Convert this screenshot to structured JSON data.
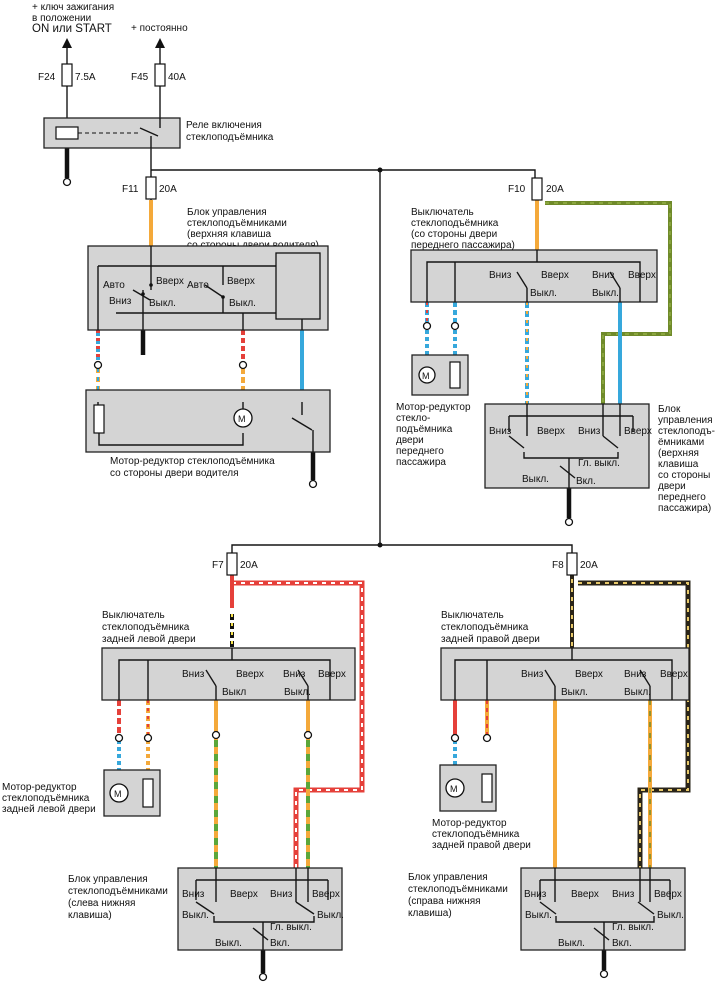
{
  "supply": {
    "ignition": [
      "+ ключ зажигания",
      "в положении",
      "ON или START"
    ],
    "constant": "+ постоянно"
  },
  "fuses": {
    "f24": {
      "id": "F24",
      "rating": "7.5A"
    },
    "f45": {
      "id": "F45",
      "rating": "40A"
    },
    "f11": {
      "id": "F11",
      "rating": "20A"
    },
    "f10": {
      "id": "F10",
      "rating": "20A"
    },
    "f7": {
      "id": "F7",
      "rating": "20A"
    },
    "f8": {
      "id": "F8",
      "rating": "20A"
    }
  },
  "relay": {
    "label": [
      "Реле включения",
      "стеклоподъёмника"
    ]
  },
  "driver_unit": {
    "label": [
      "Блок управления",
      "стеклоподъёмниками",
      "(верхняя клавиша",
      "со стороны двери водителя)"
    ],
    "auto1": "Авто",
    "up1": "Вверх",
    "down1": "Вниз",
    "off1": "Выкл.",
    "auto2": "Авто",
    "up2": "Вверх",
    "off2": "Выкл."
  },
  "driver_motor": {
    "label": [
      "Мотор-редуктор стеклоподъёмника",
      "со стороны двери водителя"
    ],
    "symbol": "M"
  },
  "front_pass_switch": {
    "label": [
      "Выключатель",
      "стеклоподъёмника",
      "(со стороны двери",
      "переднего пассажира)"
    ],
    "down1": "Вниз",
    "up1": "Вверх",
    "down2": "Вниз",
    "up2": "Вверх",
    "off1": "Выкл.",
    "off2": "Выкл."
  },
  "front_pass_motor": {
    "label": [
      "Мотор-редуктор",
      "стекло-",
      "подъёмника",
      "двери",
      "переднего",
      "пассажира"
    ],
    "symbol": "M"
  },
  "front_pass_unit": {
    "label": [
      "Блок",
      "управления",
      "стеклоподъ-",
      "ёмниками",
      "(верхняя",
      "клавиша",
      "со стороны",
      "двери",
      "переднего",
      "пассажира)"
    ],
    "down1": "Вниз",
    "up1": "Вверх",
    "down2": "Вниз",
    "up2": "Вверх",
    "main_off": "Гл. выкл.",
    "off": "Выкл.",
    "on": "Вкл."
  },
  "rear_left_switch": {
    "label": [
      "Выключатель",
      "стеклоподъёмника",
      "задней левой двери"
    ],
    "down1": "Вниз",
    "up1": "Вверх",
    "down2": "Вниз",
    "up2": "Вверх",
    "off1": "Выкл",
    "off2": "Выкл."
  },
  "rear_left_motor": {
    "label": [
      "Мотор-редуктор",
      "стеклоподъёмника",
      "задней левой двери"
    ],
    "symbol": "M"
  },
  "rear_left_unit": {
    "label": [
      "Блок управления",
      "стеклоподъёмниками",
      "(слева нижняя",
      "клавиша)"
    ],
    "down1": "Вниз",
    "up1": "Вверх",
    "down2": "Вниз",
    "up2": "Вверх",
    "off1": "Выкл.",
    "off2": "Выкл.",
    "main_off": "Гл. выкл.",
    "off3": "Выкл.",
    "on": "Вкл."
  },
  "rear_right_switch": {
    "label": [
      "Выключатель",
      "стеклоподъёмника",
      "задней правой двери"
    ],
    "down1": "Вниз",
    "up1": "Вверх",
    "down2": "Вниз",
    "up2": "Вверх",
    "off1": "Выкл.",
    "off2": "Выкл."
  },
  "rear_right_motor": {
    "label": [
      "Мотор-редуктор",
      "стеклоподъёмника",
      "задней правой двери"
    ],
    "symbol": "M"
  },
  "rear_right_unit": {
    "label": [
      "Блок управления",
      "стеклоподъёмниками",
      "(справа нижняя",
      "клавиша)"
    ],
    "down1": "Вниз",
    "up1": "Вверх",
    "down2": "Вниз",
    "up2": "Вверх",
    "off1": "Выкл.",
    "off2": "Выкл.",
    "main_off": "Гл. выкл.",
    "off3": "Выкл.",
    "on": "Вкл."
  },
  "colors": {
    "orange": "#f4a93a",
    "blue": "#36a8dc",
    "red": "#e5403a",
    "green": "#5aa63a",
    "olive": "#6f8a2a",
    "black": "#111111",
    "white": "#ffffff"
  }
}
